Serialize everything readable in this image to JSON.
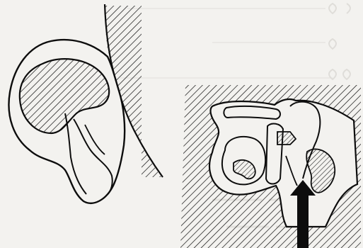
{
  "figure": {
    "background_color": "#f3f2ef",
    "ink_color": "#0d0d0d",
    "paper_show_through_color": "#c9c7c2",
    "panels": [
      {
        "name": "outer-ear",
        "icon": "ear-auricle"
      },
      {
        "name": "middle-inner-ear-section",
        "icon": "ear-cross-section-with-arrow"
      }
    ]
  }
}
